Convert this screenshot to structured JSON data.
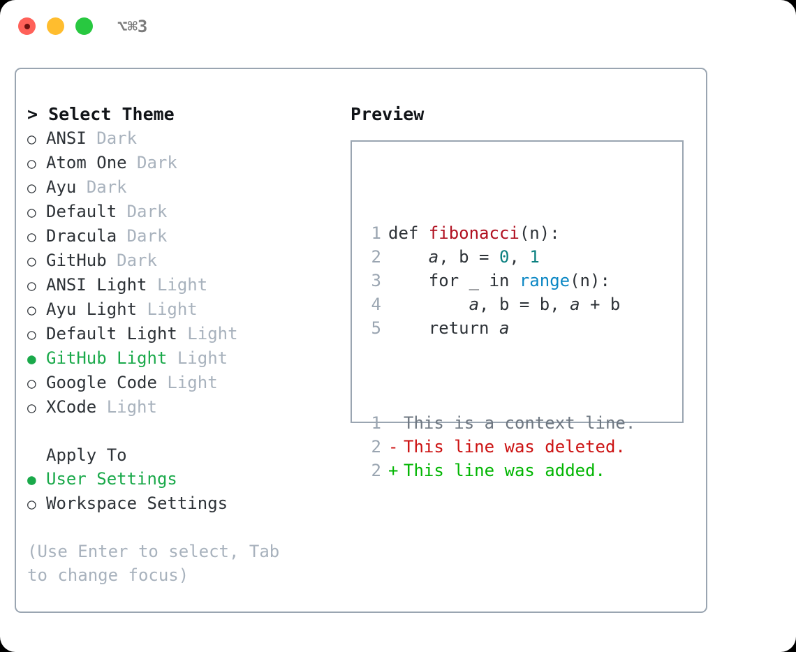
{
  "titlebar": {
    "shortcut": "⌥⌘3",
    "buttons": [
      {
        "name": "close",
        "color": "#ff6159"
      },
      {
        "name": "minimize",
        "color": "#ffbd2e"
      },
      {
        "name": "zoom",
        "color": "#28c840"
      }
    ]
  },
  "theme_list": {
    "heading": "> Select Theme",
    "items": [
      {
        "marker": "○",
        "name": "ANSI",
        "badge": "Dark",
        "selected": false
      },
      {
        "marker": "○",
        "name": "Atom One",
        "badge": "Dark",
        "selected": false
      },
      {
        "marker": "○",
        "name": "Ayu",
        "badge": "Dark",
        "selected": false
      },
      {
        "marker": "○",
        "name": "Default",
        "badge": "Dark",
        "selected": false
      },
      {
        "marker": "○",
        "name": "Dracula",
        "badge": "Dark",
        "selected": false
      },
      {
        "marker": "○",
        "name": "GitHub",
        "badge": "Dark",
        "selected": false
      },
      {
        "marker": "○",
        "name": "ANSI Light",
        "badge": "Light",
        "selected": false
      },
      {
        "marker": "○",
        "name": "Ayu Light",
        "badge": "Light",
        "selected": false
      },
      {
        "marker": "○",
        "name": "Default Light",
        "badge": "Light",
        "selected": false
      },
      {
        "marker": "●",
        "name": "GitHub Light",
        "badge": "Light",
        "selected": true
      },
      {
        "marker": "○",
        "name": "Google Code",
        "badge": "Light",
        "selected": false
      },
      {
        "marker": "○",
        "name": "XCode",
        "badge": "Light",
        "selected": false
      }
    ]
  },
  "apply_to": {
    "heading": "Apply To",
    "items": [
      {
        "marker": "●",
        "name": "User Settings",
        "selected": true
      },
      {
        "marker": "○",
        "name": "Workspace Settings",
        "selected": false
      }
    ]
  },
  "hint": "(Use Enter to select, Tab to change focus)",
  "preview": {
    "heading": "Preview",
    "code_lines": [
      {
        "num": "1",
        "tokens": [
          {
            "text": "def ",
            "type": "plain"
          },
          {
            "text": "fibonacci",
            "type": "func"
          },
          {
            "text": "(n):",
            "type": "plain"
          }
        ]
      },
      {
        "num": "2",
        "tokens": [
          {
            "text": "    ",
            "type": "plain"
          },
          {
            "text": "a",
            "type": "ital"
          },
          {
            "text": ", b = ",
            "type": "plain"
          },
          {
            "text": "0",
            "type": "num"
          },
          {
            "text": ", ",
            "type": "plain"
          },
          {
            "text": "1",
            "type": "num"
          }
        ]
      },
      {
        "num": "3",
        "tokens": [
          {
            "text": "    for _ in ",
            "type": "plain"
          },
          {
            "text": "range",
            "type": "builtin"
          },
          {
            "text": "(n):",
            "type": "plain"
          }
        ]
      },
      {
        "num": "4",
        "tokens": [
          {
            "text": "        ",
            "type": "plain"
          },
          {
            "text": "a",
            "type": "ital"
          },
          {
            "text": ", b = b, ",
            "type": "plain"
          },
          {
            "text": "a",
            "type": "ital"
          },
          {
            "text": " + b",
            "type": "plain"
          }
        ]
      },
      {
        "num": "5",
        "tokens": [
          {
            "text": "    return ",
            "type": "plain"
          },
          {
            "text": "a",
            "type": "ital"
          }
        ]
      }
    ],
    "diff_lines": [
      {
        "num": "1",
        "mark": " ",
        "text": "This is a context line.",
        "kind": "context"
      },
      {
        "num": "2",
        "mark": "-",
        "text": "This line was deleted.",
        "kind": "del"
      },
      {
        "num": "2",
        "mark": "+",
        "text": "This line was added.",
        "kind": "add"
      }
    ]
  },
  "colors": {
    "accent_green": "#1aa94a",
    "muted": "#a8b2bd",
    "border": "#9aa5b1",
    "text": "#2d3237",
    "diff_added": "#00b500",
    "diff_deleted": "#cc1111",
    "code_function": "#b01020",
    "code_number": "#0b8080",
    "code_builtin": "#0b87c4"
  }
}
